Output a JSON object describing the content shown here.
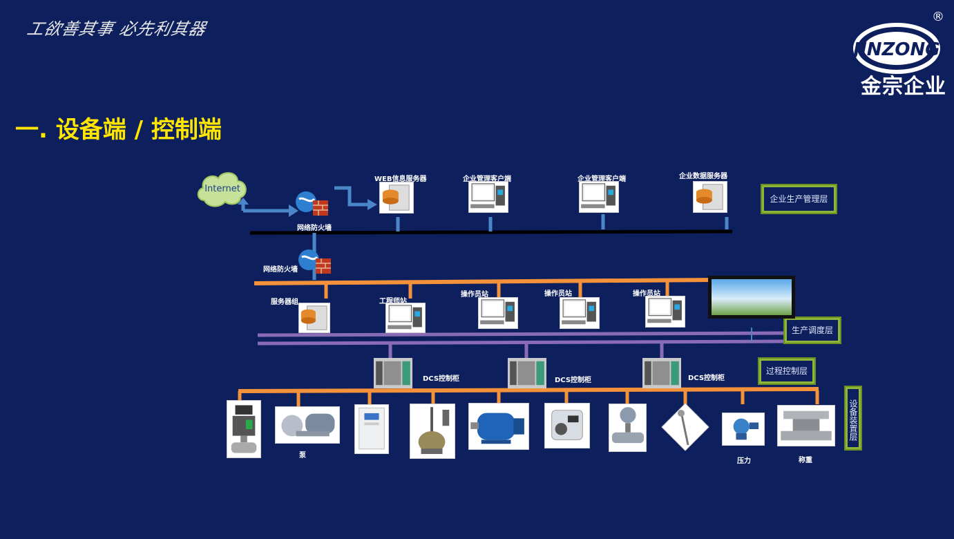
{
  "header": {
    "slogan": "工欲善其事 必先利其器",
    "brand_latin": "JINZONG",
    "brand_cn": "金宗企业",
    "registered_mark": "®"
  },
  "page_title": "一. 设备端 / 控制端",
  "enterprise_layer": {
    "internet": "Internet",
    "firewall": "网络防火墙",
    "web_server": "WEB信息服务器",
    "client_1": "企业管理客户端",
    "client_2": "企业管理客户端",
    "data_server": "企业数据服务器"
  },
  "scheduling_layer": {
    "firewall": "网络防火墙",
    "server_group": "服务器组",
    "engineer_station": "工程师站",
    "operator_1": "操作员站",
    "operator_2": "操作员站",
    "operator_3": "操作员站"
  },
  "control_layer": {
    "cabinet_1": "DCS控制柜",
    "cabinet_2": "DCS控制柜",
    "cabinet_3": "DCS控制柜"
  },
  "device_layer": {
    "pump": "泵",
    "pressure": "压力",
    "weighing": "称重"
  },
  "layer_labels": {
    "enterprise": "企业生产管理层",
    "scheduling": "生产调度层",
    "process": "过程控制层",
    "device": "设备装置层"
  },
  "colors": {
    "background": "#0d1f5c",
    "title": "#ffe600",
    "bus_enterprise": "#000000",
    "bus_scheduling": "#f4923b",
    "bus_control": "#8a6bb5",
    "bus_device": "#f4923b",
    "layer_frame": "#8fb43a"
  }
}
